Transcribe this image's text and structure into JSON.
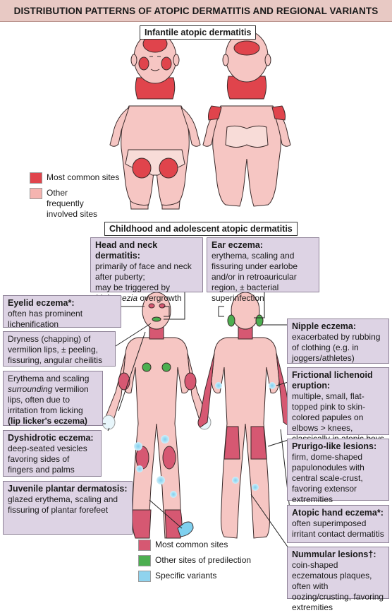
{
  "header": {
    "title": "DISTRIBUTION PATTERNS OF ATOPIC DERMATITIS AND REGIONAL VARIANTS"
  },
  "infantile": {
    "title": "Infantile atopic dermatitis",
    "legend": [
      {
        "label": "Most common sites",
        "color": "#e0444c"
      },
      {
        "label": "Other frequently involved sites",
        "color": "#f5b4b0"
      }
    ]
  },
  "childhood": {
    "title": "Childhood and adolescent atopic dermatitis",
    "legend": [
      {
        "label": "Most common sites",
        "color": "#d65872"
      },
      {
        "label": "Other sites of predilection",
        "color": "#4caf50"
      },
      {
        "label": "Specific variants",
        "color": "#8fd3ee"
      }
    ]
  },
  "boxes": {
    "head_neck": {
      "title": "Head and neck dermatitis:",
      "line1": "primarily of face and neck after puberty;",
      "line2": "may be triggered by ",
      "italic": "Malassezia",
      "line3": " overgrowth"
    },
    "ear": {
      "title": "Ear eczema:",
      "text": "erythema, scaling and fissuring under earlobe and/or in retroauricular region, ± bacterial superinfection"
    },
    "eyelid": {
      "title": "Eyelid eczema",
      "star": "*",
      "colon": ":",
      "text": "often has prominent lichenification"
    },
    "dryness": {
      "text": "Dryness (chapping) of vermilion lips, ± peeling, fissuring, angular cheilitis"
    },
    "lip_licker": {
      "t1": "Erythema and scaling ",
      "italic": "surrounding",
      "t2": " vermilion lips, often due to irritation from licking ",
      "bold": "(lip licker's eczema)"
    },
    "dyshidrotic": {
      "title": "Dyshidrotic eczema:",
      "text": "deep-seated vesicles favoring sides of fingers and palms"
    },
    "juvenile": {
      "title": "Juvenile plantar dermatosis:",
      "text": "glazed erythema, scaling and fissuring of plantar forefeet"
    },
    "nipple": {
      "title": "Nipple eczema:",
      "text": "exacerbated by rubbing of clothing (e.g. in joggers/athletes)"
    },
    "frictional": {
      "title": "Frictional lichenoid eruption:",
      "text": "multiple, small, flat-topped pink to skin-colored papules on elbows > knees, classically in atopic boys in spring/summer"
    },
    "prurigo": {
      "title": "Prurigo-like lesions:",
      "text": "firm, dome-shaped papulonodules with central scale-crust, favoring extensor extremities"
    },
    "hand": {
      "title": "Atopic hand eczema",
      "star": "*",
      "colon": ":",
      "text": "often superimposed irritant contact dermatitis"
    },
    "nummular": {
      "title": "Nummular lesions",
      "star": "†",
      "colon": ":",
      "text": "coin-shaped eczematous plaques, often with oozing/crusting, favoring extremities"
    }
  }
}
